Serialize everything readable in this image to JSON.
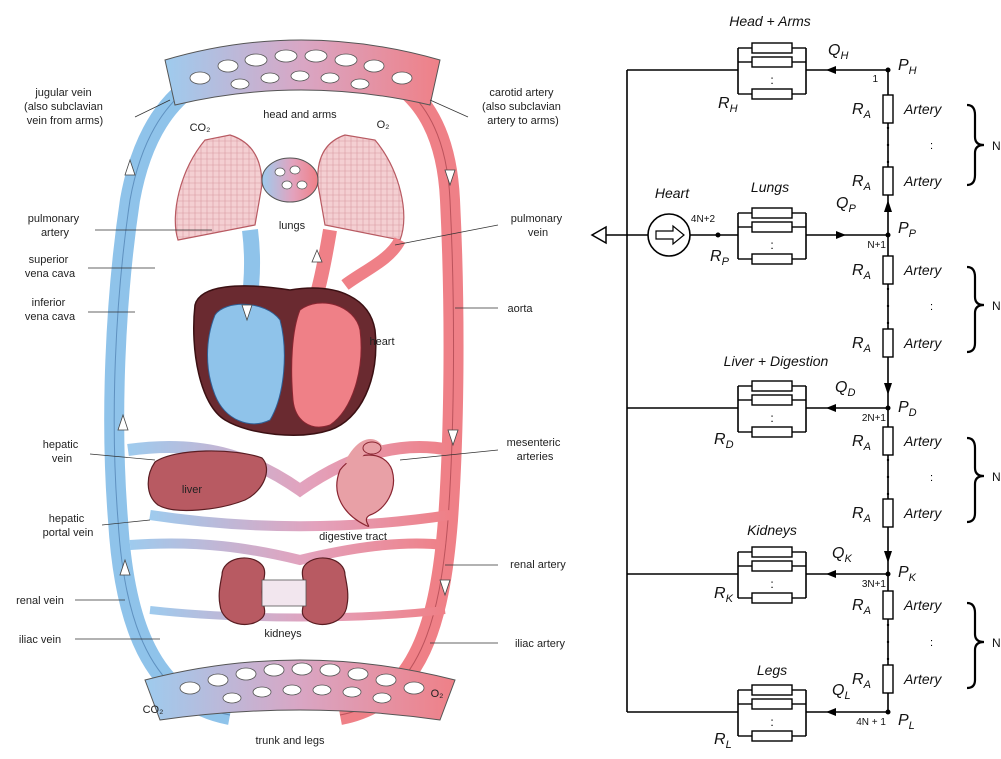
{
  "anatomy": {
    "labels": {
      "jugular": [
        "jugular vein",
        "(also subclavian",
        "vein from arms)"
      ],
      "carotid": [
        "carotid artery",
        "(also subclavian",
        "artery to arms)"
      ],
      "head_and_arms": "head and arms",
      "co2_top": "CO₂",
      "o2_top": "O₂",
      "pulmonary_artery": [
        "pulmonary",
        "artery"
      ],
      "lungs": "lungs",
      "pulmonary_vein": [
        "pulmonary",
        "vein"
      ],
      "superior_vena_cava": [
        "superior",
        "vena cava"
      ],
      "inferior_vena_cava": [
        "inferior",
        "vena cava"
      ],
      "aorta": "aorta",
      "heart": "heart",
      "hepatic_vein": [
        "hepatic",
        "vein"
      ],
      "mesenteric": [
        "mesenteric",
        "arteries"
      ],
      "liver": "liver",
      "hepatic_portal": [
        "hepatic",
        "portal vein"
      ],
      "digestive_tract": "digestive tract",
      "renal_artery": "renal artery",
      "renal_vein": "renal vein",
      "kidneys": "kidneys",
      "iliac_vein": "iliac vein",
      "iliac_artery": "iliac artery",
      "co2_bottom": "CO₂",
      "o2_bottom": "O₂",
      "trunk_and_legs": "trunk and legs"
    },
    "colors": {
      "vein": "#8fc3ea",
      "artery": "#e8707a",
      "organ": "#b85a62"
    }
  },
  "circuit": {
    "organs": {
      "head": "Head + Arms",
      "heart": "Heart",
      "lungs": "Lungs",
      "liver": "Liver + Digestion",
      "kidneys": "Kidneys",
      "legs": "Legs"
    },
    "artery_label": "Artery",
    "R": "R",
    "Q": "Q",
    "P": "P",
    "N": "N",
    "sub": {
      "H": "H",
      "P": "P",
      "D": "D",
      "K": "K",
      "L": "L",
      "A": "A"
    },
    "nodes": {
      "head": "1",
      "lungs": "N+1",
      "liver": "2N+1",
      "kidneys": "3N+1",
      "legs": "4N + 1",
      "heart": "4N+2"
    },
    "dots": ":"
  }
}
